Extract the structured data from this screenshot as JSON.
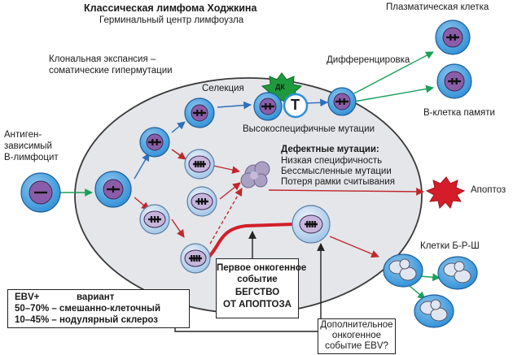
{
  "title": "Классическая лимфома Ходжкина",
  "subtitle": "Герминальный центр лимфоузла",
  "labels": {
    "clonal_1": "Клональная экспансия –",
    "clonal_2": "соматические гипермутации",
    "antigen_1": "Антиген-",
    "antigen_2": "зависимый",
    "antigen_3": "В-лимфоцит",
    "selection": "Селекция",
    "dc": "ДК",
    "t": "Т",
    "high_specific": "Высокоспецифичные мутации",
    "defective_title": "Дефектные мутации:",
    "defective_1": "Низкая специфичность",
    "defective_2": "Бессмысленные мутации",
    "defective_3": "Потеря рамки считывания",
    "differentiation": "Дифференцировка",
    "plasma": "Плазматическая клетка",
    "memory": "В-клетка памяти",
    "apoptosis": "Апоптоз",
    "rs_cells": "Клетки Б-Р-Ш"
  },
  "oncogenic_box": {
    "line1": "Первое онкогенное",
    "line2": "событие",
    "line3": "БЕГСТВО",
    "line4": "ОТ АПОПТОЗА"
  },
  "ebv_box": {
    "row1_a": "EBV+",
    "row1_b": "вариант",
    "row2": "50–70% – смешанно-клеточный",
    "row3": "10–45% – нодулярный склероз"
  },
  "additional_box": {
    "line1": "Дополнительное",
    "line2": "онкогенное",
    "line3": "событие EBV?"
  },
  "colors": {
    "germinal_center": "#e4e6ea",
    "cell_cytoplasm": "#2e8fd6",
    "nucleus_purple": "#8b5da8",
    "nucleus_light": "#c7b6dc",
    "arrow_green": "#1aa05a",
    "arrow_blue": "#2d6fbd",
    "arrow_red": "#c0272d",
    "dc_green": "#1e9a3c",
    "apoptosis_red": "#d51d2a"
  }
}
